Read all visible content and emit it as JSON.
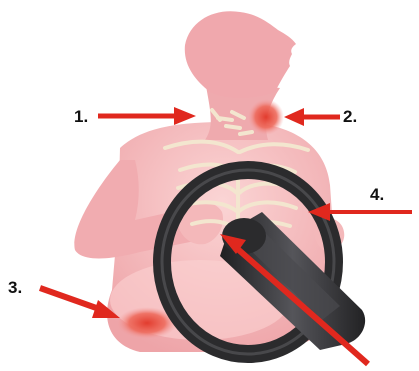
{
  "callouts": [
    {
      "label": "1."
    },
    {
      "label": "2."
    },
    {
      "label": "3."
    },
    {
      "label": "4."
    }
  ],
  "colors": {
    "skin": "#f3b3b3",
    "skin_light": "#fad6d6",
    "bone": "#f6ead6",
    "injury": "#e8443a",
    "arrow": "#e0281e",
    "wheel": "#2e2e30",
    "column": "#3a3a3c"
  },
  "icons": {
    "arrow": "right-arrow-icon",
    "body": "driver-torso-illustration",
    "wheel": "steering-wheel-illustration"
  }
}
